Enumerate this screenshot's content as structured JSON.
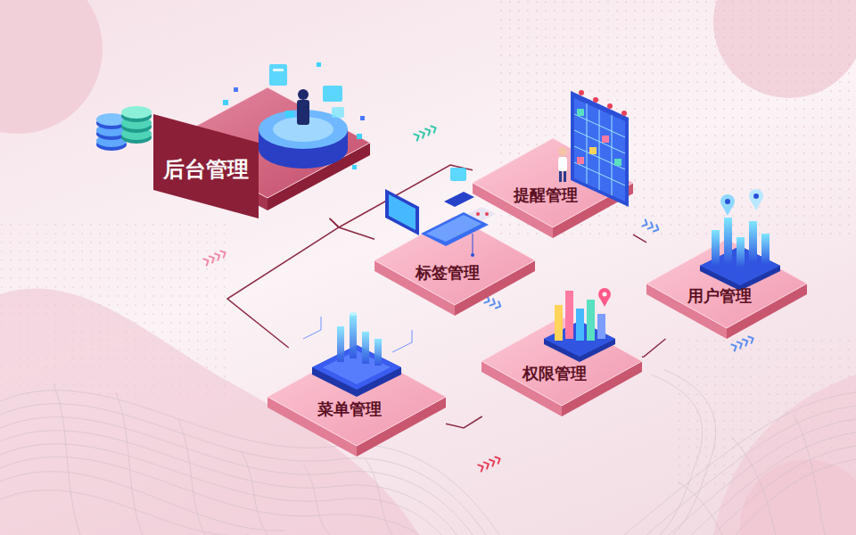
{
  "diagram": {
    "nodes": [
      {
        "text": [
          "后台管理"
        ]
      },
      {
        "text": [
          "提醒管理"
        ]
      },
      {
        "text": [
          "标签管理"
        ]
      },
      {
        "text": [
          "用户管理"
        ]
      },
      {
        "text": [
          "菜单管理"
        ]
      },
      {
        "text": [
          "权限管理"
        ]
      }
    ],
    "edges": [
      {
        "from": 0,
        "to": 1,
        "arrow": "none"
      },
      {
        "from": 0,
        "to": 2,
        "arrow": "none"
      },
      {
        "from": 0,
        "to": 4,
        "arrow": "none"
      },
      {
        "from": 1,
        "to": 3,
        "arrow": "none"
      },
      {
        "from": 4,
        "to": 5,
        "arrow": "none"
      },
      {
        "from": 5,
        "to": 3,
        "arrow": "none"
      }
    ]
  }
}
